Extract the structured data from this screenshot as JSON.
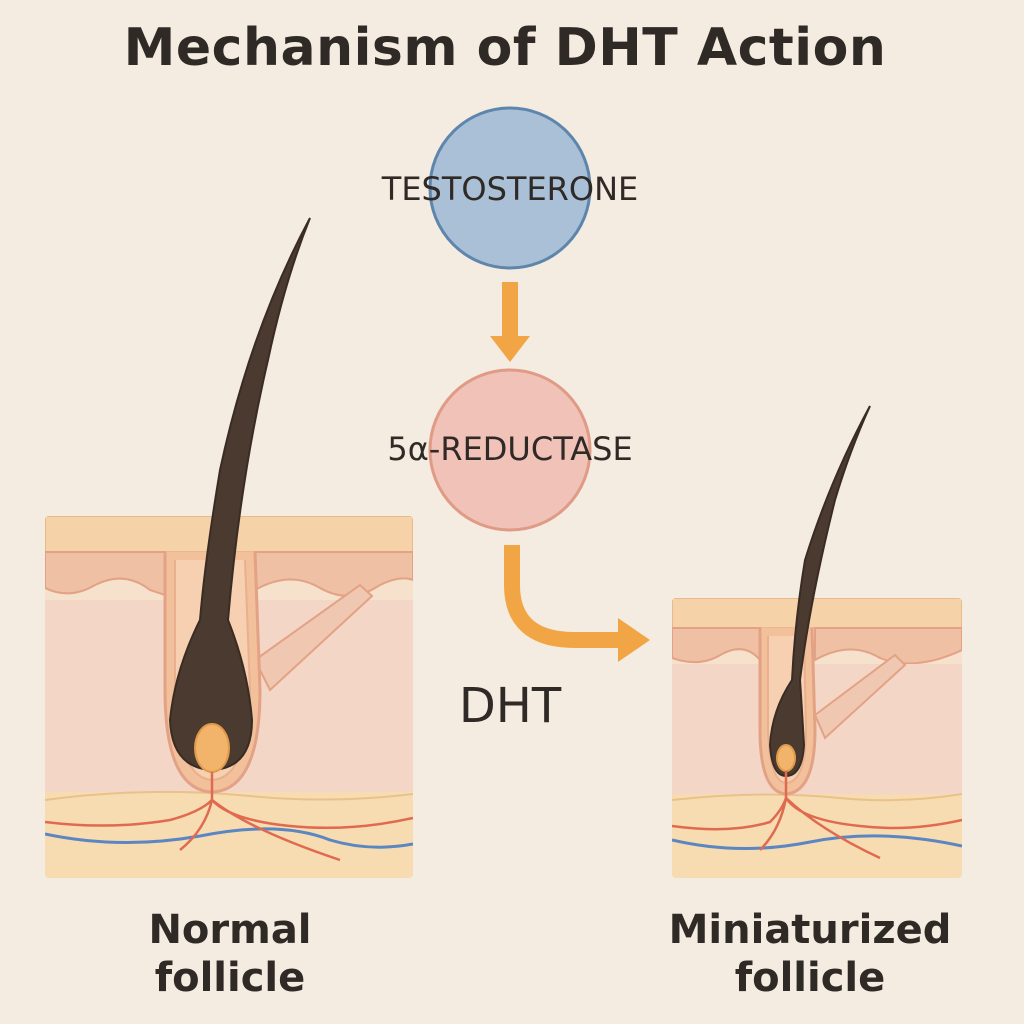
{
  "title": "Mechanism of DHT Action",
  "nodes": {
    "testosterone": "TESTOSTERONE",
    "reductase": "5α-REDUCTASE",
    "dht": "DHT"
  },
  "captions": {
    "normal": [
      "Normal",
      "follicle"
    ],
    "miniaturized": [
      "Miniaturized",
      "follicle"
    ]
  },
  "colors": {
    "background": "#f4ebe1",
    "testosterone_fill": "#a9c0d6",
    "testosterone_stroke": "#5e86ad",
    "reductase_fill": "#f0c2b8",
    "reductase_stroke": "#e09a86",
    "arrow": "#f2a545",
    "hair": "#4a3a30",
    "papilla": "#f2b46a",
    "skin_top": "#f6d2a8",
    "skin_mid": "#f2d4c2",
    "vessel_red": "#e06a50",
    "vessel_blue": "#5b86c2"
  }
}
